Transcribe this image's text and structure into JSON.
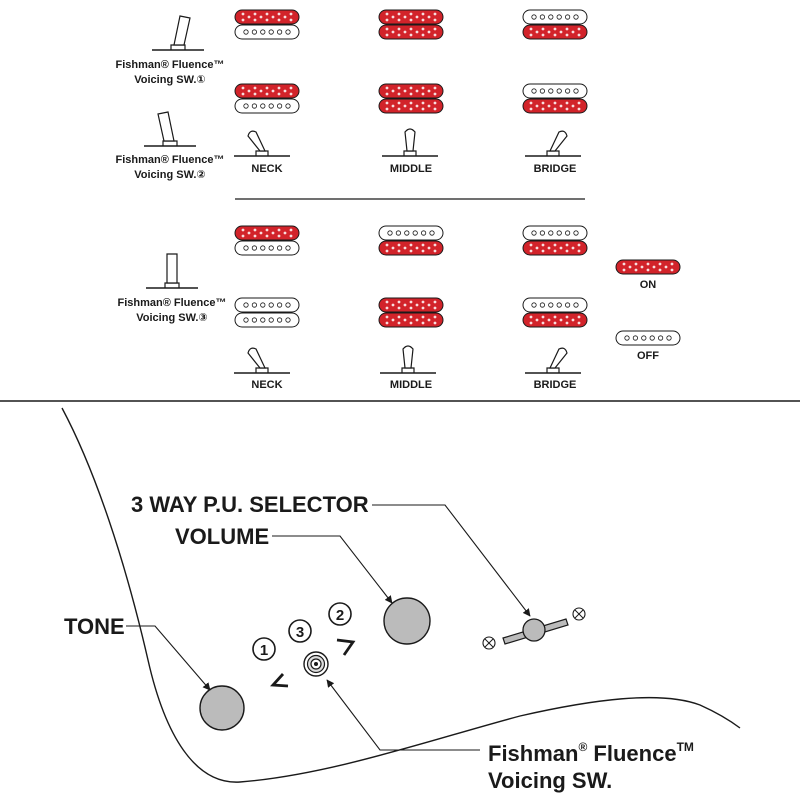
{
  "colors": {
    "on_fill": "#d2232a",
    "off_fill": "#ffffff",
    "line": "#1a1a1a",
    "knob_fill": "#bbbbbb",
    "divider": "#555555"
  },
  "voicing_switches": [
    {
      "label_line1": "Fishman® Fluence™",
      "label_line2": "Voicing SW.①"
    },
    {
      "label_line1": "Fishman® Fluence™",
      "label_line2": "Voicing SW.②"
    },
    {
      "label_line1": "Fishman® Fluence™",
      "label_line2": "Voicing SW.③"
    }
  ],
  "positions": [
    "NECK",
    "MIDDLE",
    "BRIDGE"
  ],
  "pickup_states": [
    {
      "neck": [
        "on",
        "off"
      ],
      "middle": [
        "on",
        "on"
      ],
      "bridge": [
        "off",
        "on"
      ]
    },
    {
      "neck": [
        "on",
        "off"
      ],
      "middle": [
        "on",
        "on"
      ],
      "bridge": [
        "off",
        "on"
      ]
    },
    {
      "neck": [
        "on",
        "off"
      ],
      "middle": [
        "off",
        "on"
      ],
      "bridge": [
        "off",
        "on"
      ]
    },
    {
      "neck": [
        "off",
        "off"
      ],
      "middle": [
        "on",
        "on"
      ],
      "bridge": [
        "off",
        "on"
      ]
    }
  ],
  "legend": {
    "on": "ON",
    "off": "OFF"
  },
  "callouts": {
    "selector": "3 WAY P.U. SELECTOR",
    "volume": "VOLUME",
    "tone": "TONE",
    "voicing_line1_a": "Fishman",
    "voicing_line1_reg": "®",
    "voicing_line1_b": " Fluence",
    "voicing_line1_tm": "TM",
    "voicing_line2": "Voicing SW."
  },
  "switch_positions": [
    "1",
    "3",
    "2"
  ]
}
